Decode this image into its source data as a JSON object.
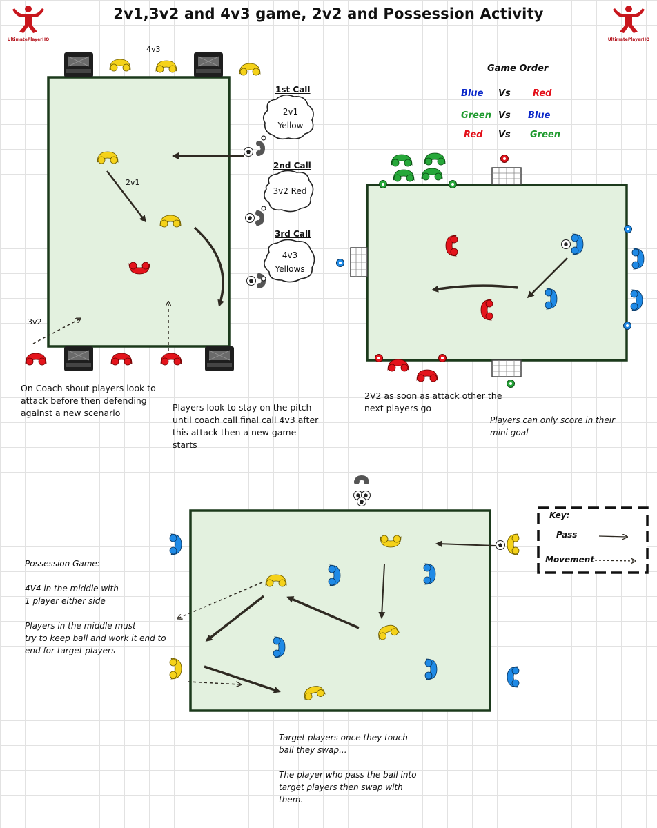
{
  "title": "2v1,3v2 and 4v3 game, 2v2 and Possession Activity",
  "logo_text": "UltimatePlayerHQ",
  "activity1": {
    "label_4v3": "4v3",
    "label_2v1": "2v1",
    "label_3v2": "3v2",
    "calls": [
      {
        "title": "1st Call",
        "bubble": "2v1\nYellow"
      },
      {
        "title": "2nd Call",
        "bubble": "3v2 Red"
      },
      {
        "title": "3rd Call",
        "bubble": "4v3\nYellows"
      }
    ],
    "note_left": "On Coach shout players look to\nattack before then defending\nagainst a new scenario",
    "note_right": "Players look to stay on the pitch\nuntil coach call final call 4v3 after\nthis attack then a new game\nstarts"
  },
  "activity2": {
    "order_title": "Game Order",
    "order": [
      {
        "home": "Blue",
        "vs": "Vs",
        "away": "Red"
      },
      {
        "home": "Green",
        "vs": "Vs",
        "away": "Blue"
      },
      {
        "home": "Red",
        "vs": "Vs",
        "away": "Green"
      }
    ],
    "note_left": "2V2 as soon as attack other the\nnext players go",
    "note_right": "Players can only score in their\nmini goal"
  },
  "activity3": {
    "note_left": "Possession Game:\n\n4V4 in the middle with\n1 player either side\n\nPlayers in the middle must\ntry to keep ball and work it end to\nend for target players",
    "note_bottom": "Target players once they touch\nball they swap...\n\nThe player who pass the ball into\ntarget players then swap with\nthem.",
    "key": {
      "title": "Key:",
      "pass": "Pass",
      "movement": "Movement"
    }
  },
  "colors": {
    "pitch": "#e3f1df",
    "pitch_border": "#1c3a1c",
    "yellow": "#f5d21a",
    "red": "#e4141c",
    "blue": "#1f8ae6",
    "green": "#27a83a",
    "arrow": "#2f2a22",
    "team_blue_text": "#0b27c9",
    "team_red_text": "#e3101a",
    "team_green_text": "#1f9a2e"
  }
}
